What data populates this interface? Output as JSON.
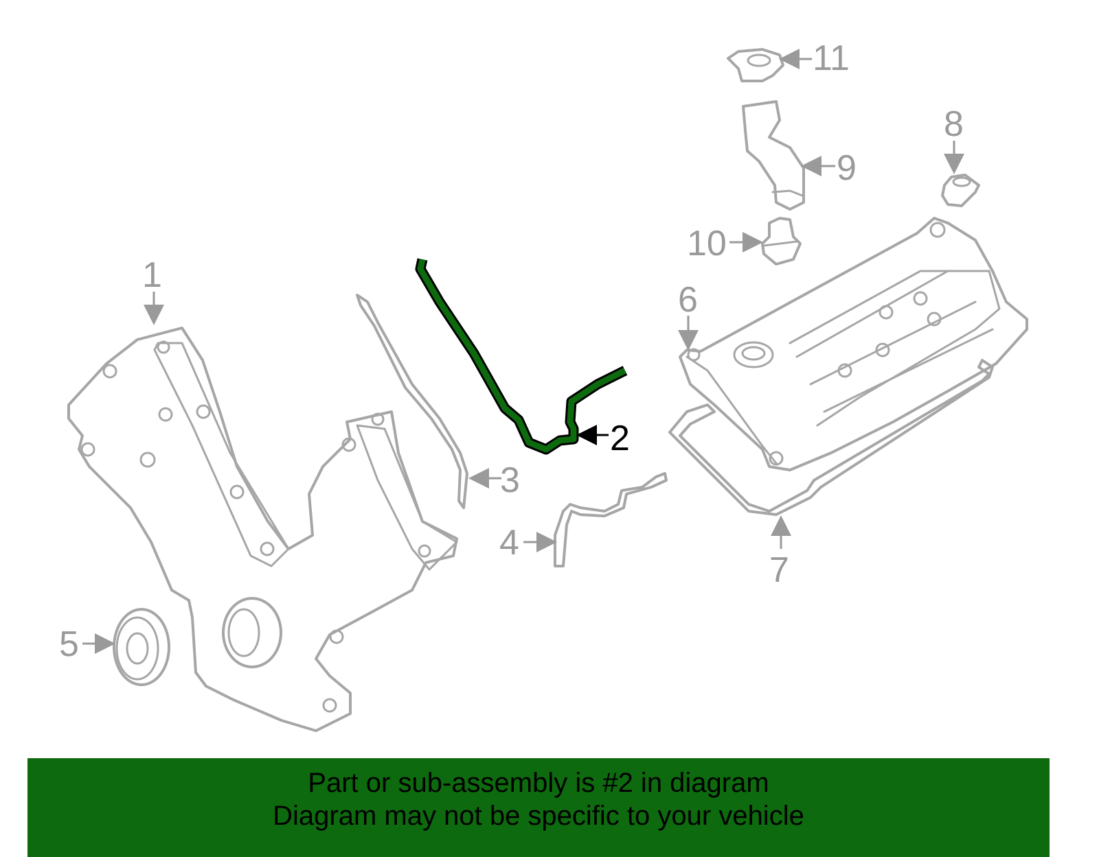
{
  "callouts": [
    {
      "id": "1",
      "label": "1"
    },
    {
      "id": "2",
      "label": "2",
      "highlighted": true
    },
    {
      "id": "3",
      "label": "3"
    },
    {
      "id": "4",
      "label": "4"
    },
    {
      "id": "5",
      "label": "5"
    },
    {
      "id": "6",
      "label": "6"
    },
    {
      "id": "7",
      "label": "7"
    },
    {
      "id": "8",
      "label": "8"
    },
    {
      "id": "9",
      "label": "9"
    },
    {
      "id": "10",
      "label": "10"
    },
    {
      "id": "11",
      "label": "11"
    }
  ],
  "banner": {
    "line1": "Part or sub-assembly is #2 in diagram",
    "line2": "Diagram may not be specific to your vehicle"
  },
  "colors": {
    "highlight_part": "#0e6a0e",
    "banner_bg": "#0e6a0e",
    "part_outline": "#a6a6a6",
    "callout_text": "#9a9a9a"
  }
}
